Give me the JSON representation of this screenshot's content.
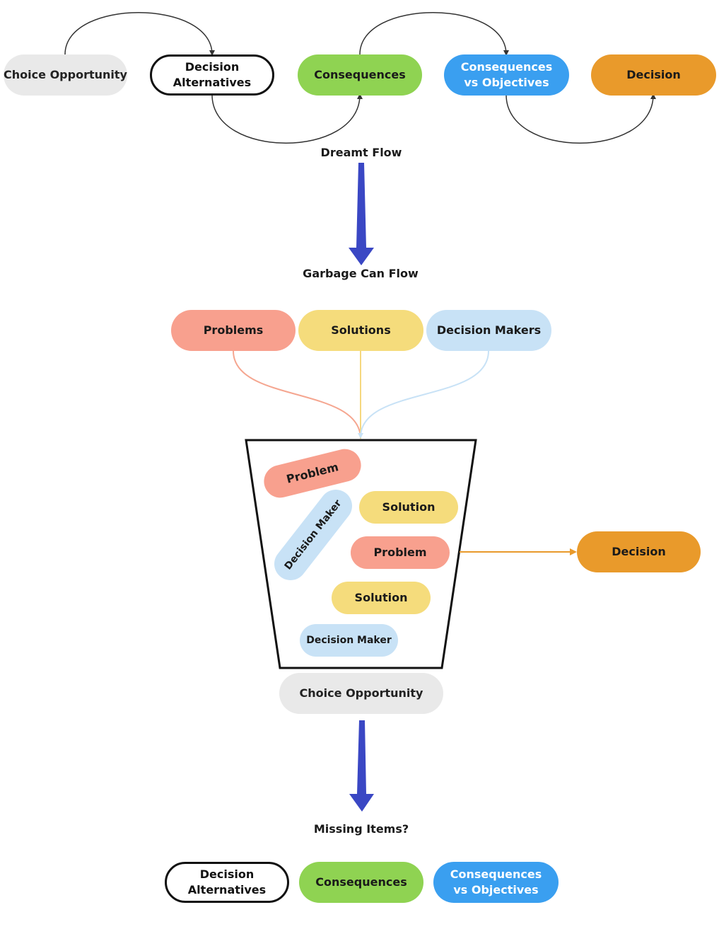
{
  "dreamt_flow": {
    "nodes": [
      {
        "label": "Choice Opportunity",
        "color": "#e9e9e9"
      },
      {
        "label": "Decision Alternatives",
        "color": "#ffffff"
      },
      {
        "label": "Consequences",
        "color": "#8fd352"
      },
      {
        "label": "Consequences vs Objectives",
        "color": "#3a9ff0"
      },
      {
        "label": "Decision",
        "color": "#e99a2b"
      }
    ],
    "label": "Dreamt Flow"
  },
  "garbage_can_flow": {
    "label": "Garbage Can Flow",
    "inputs": [
      {
        "label": "Problems",
        "color": "#f8a08e"
      },
      {
        "label": "Solutions",
        "color": "#f5dc7c"
      },
      {
        "label": "Decision Makers",
        "color": "#c8e2f6"
      }
    ],
    "can_items": [
      {
        "label": "Problem"
      },
      {
        "label": "Decision Maker"
      },
      {
        "label": "Solution"
      },
      {
        "label": "Problem"
      },
      {
        "label": "Solution"
      },
      {
        "label": "Decision Maker"
      }
    ],
    "can_label": "Choice Opportunity",
    "output": {
      "label": "Decision",
      "color": "#e99a2b"
    }
  },
  "missing": {
    "label": "Missing Items?",
    "items": [
      {
        "label": "Decision Alternatives"
      },
      {
        "label": "Consequences"
      },
      {
        "label": "Consequences vs Objectives"
      }
    ]
  },
  "colors": {
    "arrow": "#3a47c4",
    "connector": "#333333"
  }
}
